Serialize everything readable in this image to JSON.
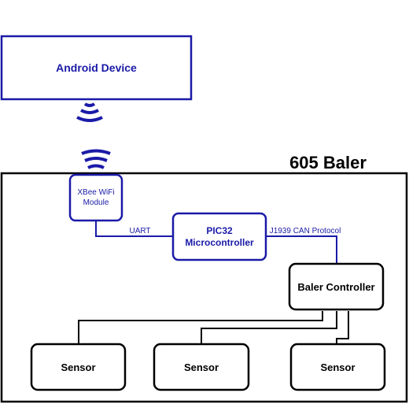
{
  "diagram": {
    "title": "605 Baler",
    "nodes": {
      "android": "Android Device",
      "xbee": "XBee WiFi Module",
      "pic32": "PIC32 Microcontroller",
      "baler_controller": "Baler Controller",
      "sensor_1": "Sensor",
      "sensor_2": "Sensor",
      "sensor_3": "Sensor"
    },
    "edges": {
      "xbee_to_pic32": "UART",
      "pic32_to_controller": "J1939 CAN Protocol"
    },
    "colors": {
      "blue": "#1a1aa8",
      "black": "#000000"
    }
  }
}
